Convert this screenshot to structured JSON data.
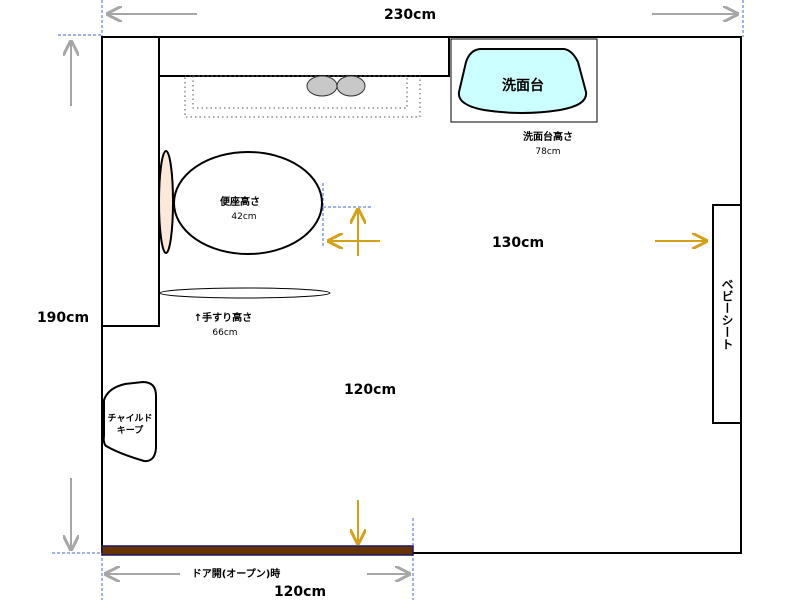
{
  "dimensions": {
    "width_total": "230cm",
    "height_total": "190cm",
    "clearance_side": "130cm",
    "clearance_front": "120cm",
    "door_width": "120cm"
  },
  "labels": {
    "sink": "洗面台",
    "sink_height_label": "洗面台高さ",
    "sink_height_value": "78cm",
    "seat_height_label": "便座高さ",
    "seat_height_value": "42cm",
    "handrail_height_label": "↑手すり高さ",
    "handrail_height_value": "66cm",
    "baby_seat": "ベビーシート",
    "child_keep_line1": "チャイルド",
    "child_keep_line2": "キープ",
    "door_open": "ドア開(オープン)時"
  },
  "colors": {
    "dimension_arrow": "#a6a6a6",
    "clearance_arrow": "#d4a017",
    "guide_line": "#4466cc",
    "sink_fill": "#ccffff",
    "paper_holder_fill": "#fde9d9",
    "door_fill": "#663300",
    "fixture_gray": "#c8c8c8"
  }
}
